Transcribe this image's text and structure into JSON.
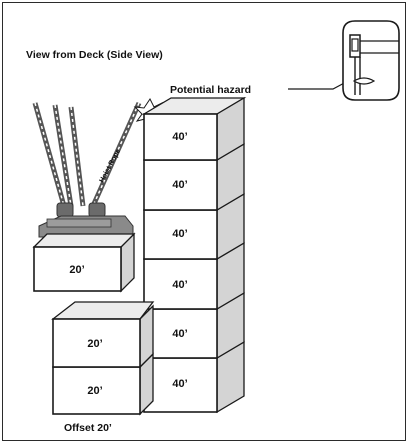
{
  "title": "View from Deck (Side View)",
  "hazard_label": "Potential hazard",
  "rope_label": "Hoist Rope",
  "offset_label": "Offset 20’",
  "stack_40": [
    "40’",
    "40’",
    "40’",
    "40’",
    "40’",
    "40’"
  ],
  "lifted_20": "20’",
  "offset_stack_20": [
    "20’",
    "20’"
  ],
  "colors": {
    "line": "#1a1a1a",
    "side": "#d4d4d4",
    "spreader": "#8a8a8a"
  }
}
